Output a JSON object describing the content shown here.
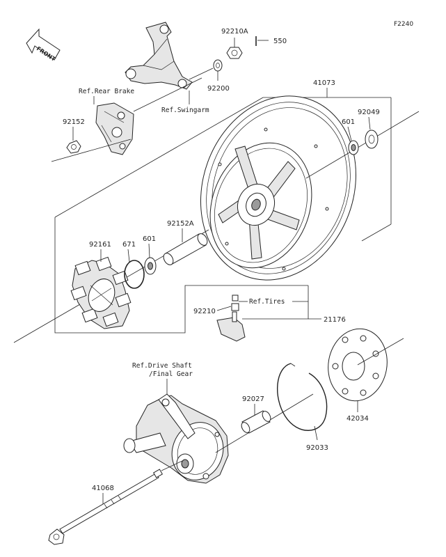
{
  "diagram": {
    "figure_code": "F2240",
    "front_label": "FRONT",
    "labels": {
      "p550": "550",
      "p92210A": "92210A",
      "p92200": "92200",
      "ref_rear_brake": "Ref.Rear Brake",
      "ref_swingarm": "Ref.Swingarm",
      "p92152": "92152",
      "p41073": "41073",
      "p601_top": "601",
      "p92049": "92049",
      "p92161": "92161",
      "p671": "671",
      "p601_mid": "601",
      "p92152A": "92152A",
      "ref_tires": "Ref.Tires",
      "p92210": "92210",
      "p21176": "21176",
      "ref_drive_shaft_1": "Ref.Drive Shaft",
      "ref_drive_shaft_2": "/Final Gear",
      "p92027": "92027",
      "p42034": "42034",
      "p92033": "92033",
      "p41068": "41068"
    }
  }
}
